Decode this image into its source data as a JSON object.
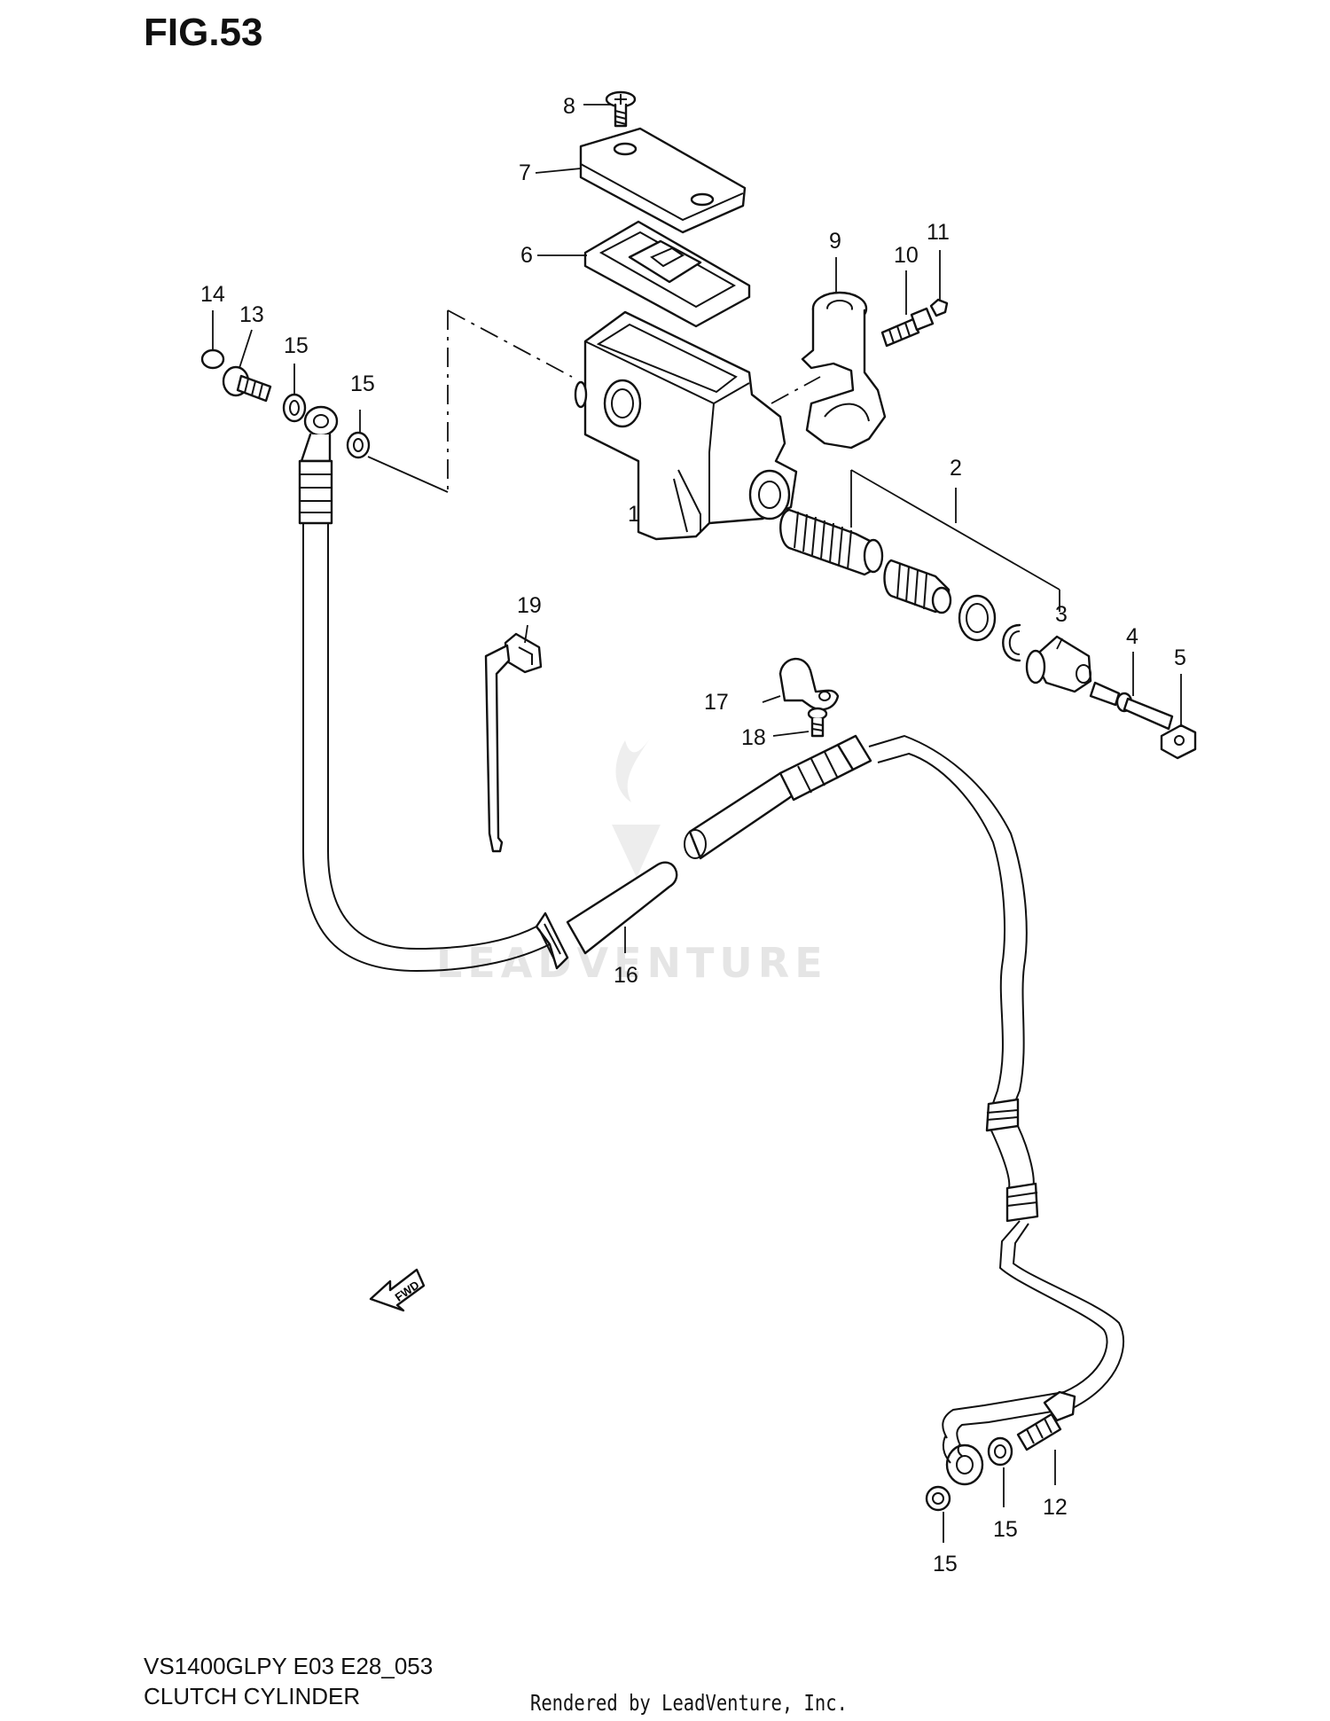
{
  "figure": {
    "title": "FIG.53",
    "model_code": "VS1400GLPY E03 E28_053",
    "name": "CLUTCH CYLINDER"
  },
  "credit": "Rendered by LeadVenture, Inc.",
  "watermark": "LEADVENTURE",
  "fwd_label": "FWD",
  "callouts": {
    "c1": "1",
    "c2": "2",
    "c3": "3",
    "c4": "4",
    "c5": "5",
    "c6": "6",
    "c7": "7",
    "c8": "8",
    "c9": "9",
    "c10": "10",
    "c11": "11",
    "c12": "12",
    "c13": "13",
    "c14": "14",
    "c15a": "15",
    "c15b": "15",
    "c15c": "15",
    "c15d": "15",
    "c16": "16",
    "c17": "17",
    "c18": "18",
    "c19": "19"
  }
}
